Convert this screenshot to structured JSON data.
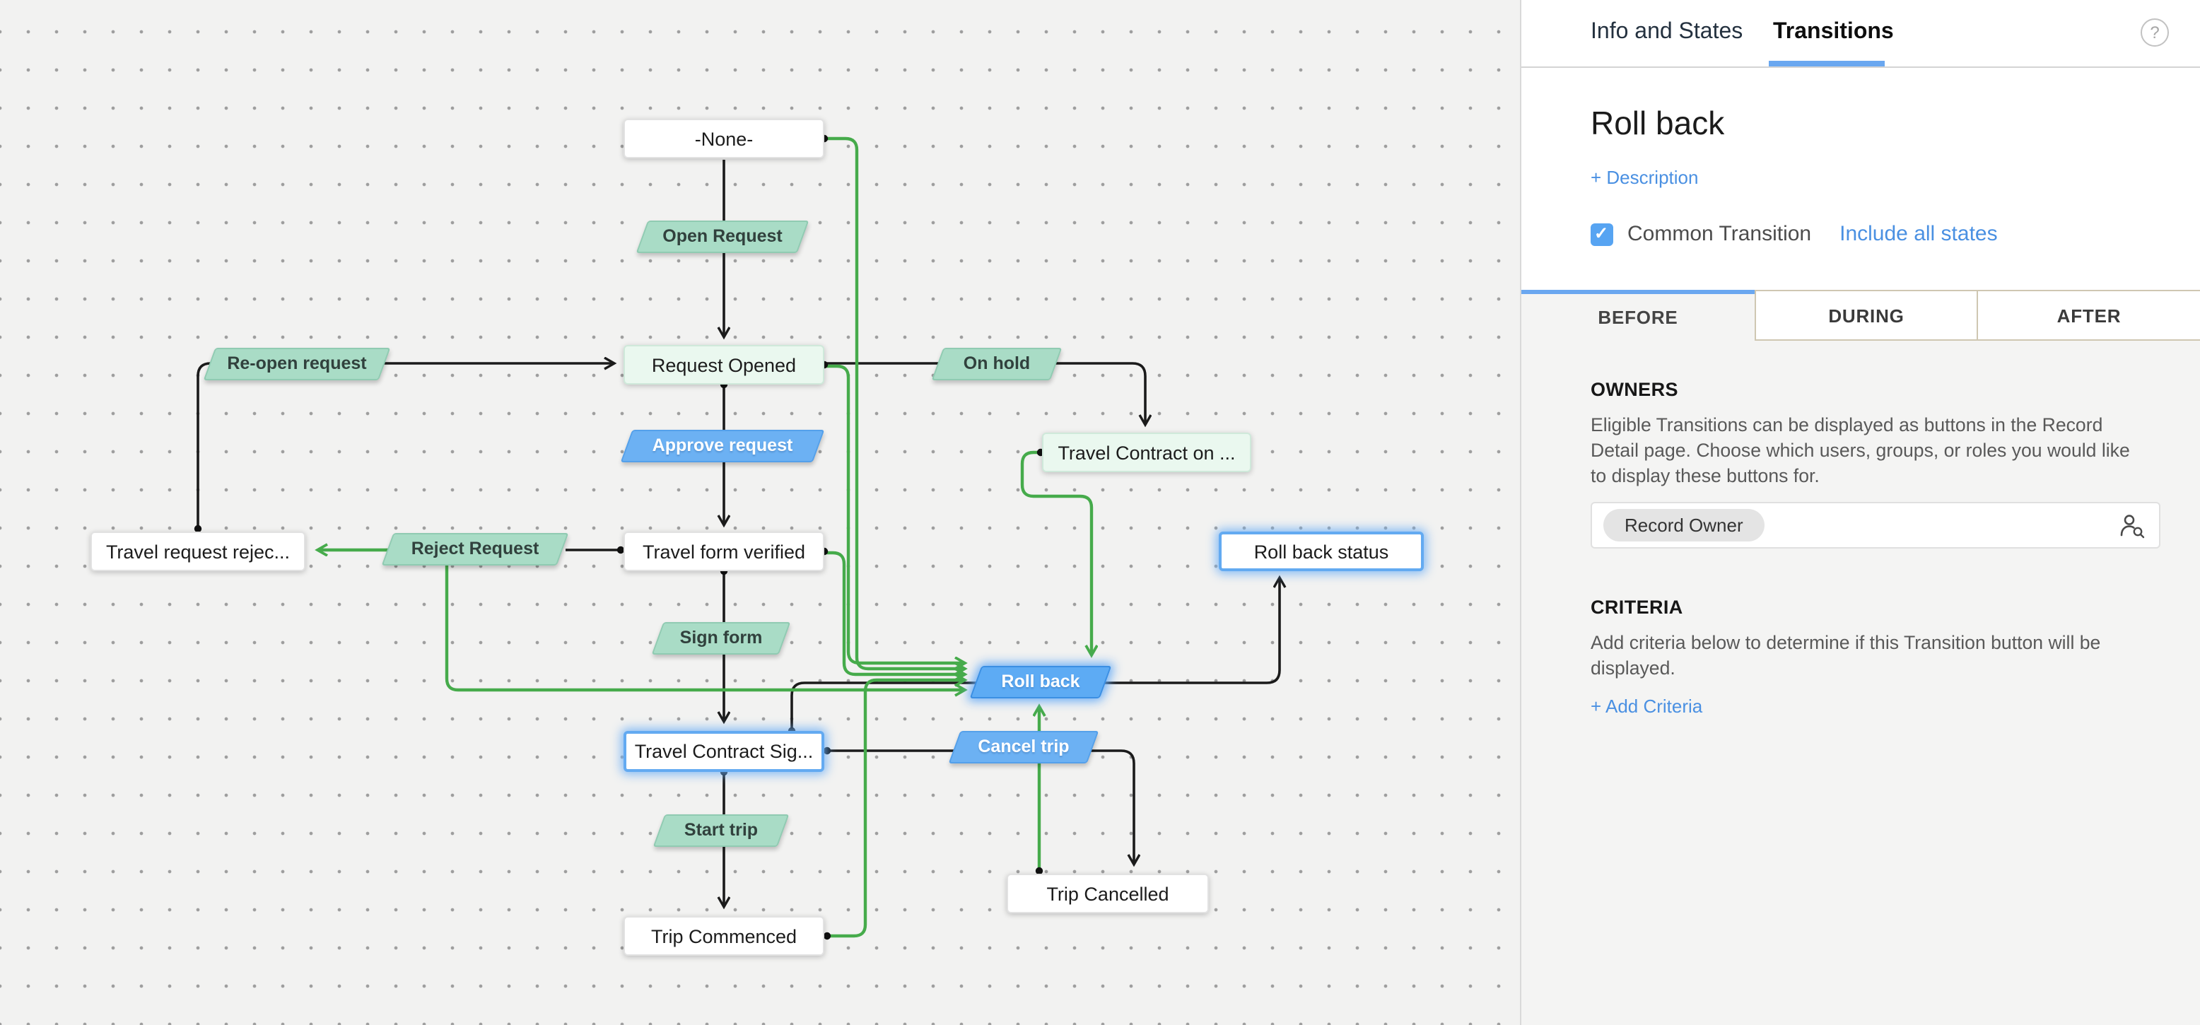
{
  "panel": {
    "tabs": [
      {
        "id": "info-and-states",
        "label": "Info and States",
        "active": false
      },
      {
        "id": "transitions",
        "label": "Transitions",
        "active": true
      }
    ],
    "help_glyph": "?",
    "transition": {
      "title": "Roll back",
      "description_link": "+ Description",
      "common_transition_label": "Common Transition",
      "common_transition_checked": true,
      "include_all_states_label": "Include all states"
    },
    "stage_tabs": [
      {
        "id": "before",
        "label": "BEFORE",
        "active": true
      },
      {
        "id": "during",
        "label": "DURING",
        "active": false
      },
      {
        "id": "after",
        "label": "AFTER",
        "active": false
      }
    ],
    "owners": {
      "heading": "OWNERS",
      "description": "Eligible Transitions can be displayed as buttons in the Record Detail page. Choose which users, groups, or roles you would like to display these buttons for.",
      "selected": [
        "Record Owner"
      ],
      "picker_icon": "user-search-icon"
    },
    "criteria": {
      "heading": "CRITERIA",
      "description": "Add criteria below to determine if this Transition button will be displayed.",
      "add_link": "+ Add Criteria"
    }
  },
  "canvas": {
    "states": [
      {
        "id": "none",
        "label": "-None-",
        "style": "white"
      },
      {
        "id": "request-opened",
        "label": "Request Opened",
        "style": "light-green"
      },
      {
        "id": "travel-contract-on",
        "label": "Travel Contract on ...",
        "style": "light-green"
      },
      {
        "id": "travel-request-rejected",
        "label": "Travel request rejec...",
        "style": "white"
      },
      {
        "id": "travel-form-verified",
        "label": "Travel form verified",
        "style": "white"
      },
      {
        "id": "roll-back-status",
        "label": "Roll back status",
        "style": "white-highlight"
      },
      {
        "id": "travel-contract-signed",
        "label": "Travel Contract Sig...",
        "style": "white-highlight"
      },
      {
        "id": "trip-cancelled",
        "label": "Trip Cancelled",
        "style": "white"
      },
      {
        "id": "trip-commenced",
        "label": "Trip Commenced",
        "style": "white"
      }
    ],
    "transitions": [
      {
        "id": "open-request",
        "label": "Open Request",
        "style": "green"
      },
      {
        "id": "re-open-request",
        "label": "Re-open request",
        "style": "green"
      },
      {
        "id": "on-hold",
        "label": "On hold",
        "style": "green"
      },
      {
        "id": "approve-request",
        "label": "Approve request",
        "style": "blue"
      },
      {
        "id": "reject-request",
        "label": "Reject Request",
        "style": "green"
      },
      {
        "id": "sign-form",
        "label": "Sign form",
        "style": "green"
      },
      {
        "id": "roll-back",
        "label": "Roll back",
        "style": "blue-selected"
      },
      {
        "id": "cancel-trip",
        "label": "Cancel trip",
        "style": "blue"
      },
      {
        "id": "start-trip",
        "label": "Start trip",
        "style": "green"
      }
    ],
    "edge_colors": {
      "default": "#1b1b1b",
      "highlighted": "#46ab4b"
    }
  }
}
